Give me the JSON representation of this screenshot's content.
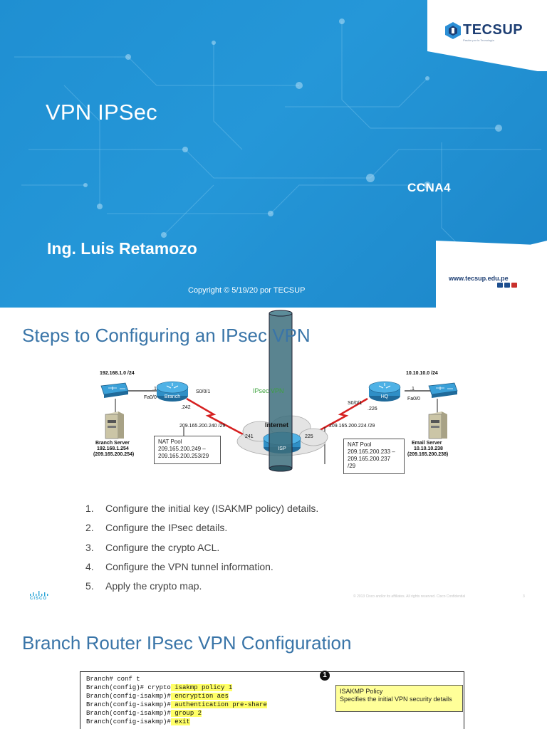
{
  "title_slide": {
    "title": "VPN IPSec",
    "course": "CCNA4",
    "author": "Ing. Luis Retamozo",
    "copyright": "Copyright © 5/19/20 por TECSUP",
    "logo": {
      "name": "TECSUP",
      "tagline": "Pasión por la Tecnología",
      "icon": "tecsup-logo-icon"
    },
    "website": "www.tecsup.edu.pe",
    "social_icons": [
      "facebook-icon",
      "linkedin-icon",
      "youtube-icon"
    ],
    "colors": {
      "background": "#2196d6",
      "logo_text": "#1d3e73"
    }
  },
  "steps_slide": {
    "title": "Steps to Configuring an IPsec VPN",
    "topology": {
      "branch_lan": "192.168.1.0 /24",
      "hq_lan": "10.10.10.0 /24",
      "branch_router": "Branch",
      "hq_router": "HQ",
      "isp_router": "ISP",
      "cloud_label": "Internet",
      "vpn_label": "IPsec VPN",
      "branch_lan_if_host": ".1",
      "branch_fa": "Fa0/0",
      "branch_serial": "S0/0/1",
      "branch_serial_host": ".242",
      "branch_wan": "209.165.200.240 /29",
      "isp_left_host": "241",
      "isp_right_host": "225",
      "hq_wan": "209.165.200.224 /29",
      "hq_serial": "S0/0/1",
      "hq_serial_host": ".226",
      "hq_lan_if_host": ".1",
      "hq_fa": "Fa0/0",
      "branch_server": {
        "name": "Branch Server",
        "ip": "192.168.1.254",
        "public": "(209.165.200.254)"
      },
      "email_server": {
        "name": "Email Server",
        "ip": "10.10.10.238",
        "public": "(209.165.200.238)"
      },
      "branch_nat": {
        "title": "NAT Pool",
        "line1": "209.165.200.249 –",
        "line2": "209.165.200.253/29"
      },
      "hq_nat": {
        "title": "NAT Pool",
        "line1": "209.165.200.233 –",
        "line2": "209.165.200.237",
        "line3": "/29"
      }
    },
    "steps": [
      {
        "num": "1.",
        "text": "Configure the initial key (ISAKMP policy) details."
      },
      {
        "num": "2.",
        "text": "Configure the IPsec details."
      },
      {
        "num": "3.",
        "text": "Configure the crypto ACL."
      },
      {
        "num": "4.",
        "text": "Configure the VPN tunnel information."
      },
      {
        "num": "5.",
        "text": "Apply the crypto map."
      }
    ],
    "footer": {
      "cisco": "CISCO",
      "copyright": "© 2013 Cisco and/or its affiliates. All rights reserved.   Cisco Confidential",
      "page": "3"
    },
    "colors": {
      "title": "#3a75a8",
      "wan_link": "#d62020",
      "lan_switch": "#3aa0d8"
    }
  },
  "config_slide": {
    "title": "Branch Router IPsec VPN Configuration",
    "cli": [
      {
        "plain": "Branch# conf t",
        "hl": ""
      },
      {
        "plain": "Branch(config)# crypto",
        "hl": " isakmp policy 1"
      },
      {
        "plain": "Branch(config-isakmp)#",
        "hl": " encryption aes"
      },
      {
        "plain": "Branch(config-isakmp)#",
        "hl": " authentication pre-share"
      },
      {
        "plain": "Branch(config-isakmp)#",
        "hl": " group 2"
      },
      {
        "plain": "Branch(config-isakmp)#",
        "hl": " exit"
      }
    ],
    "callout": {
      "badge": "1",
      "title": "ISAKMP Policy",
      "text": "Specifies the initial VPN security details"
    },
    "colors": {
      "highlight": "#ffff66",
      "callout": "#ffff99"
    }
  }
}
